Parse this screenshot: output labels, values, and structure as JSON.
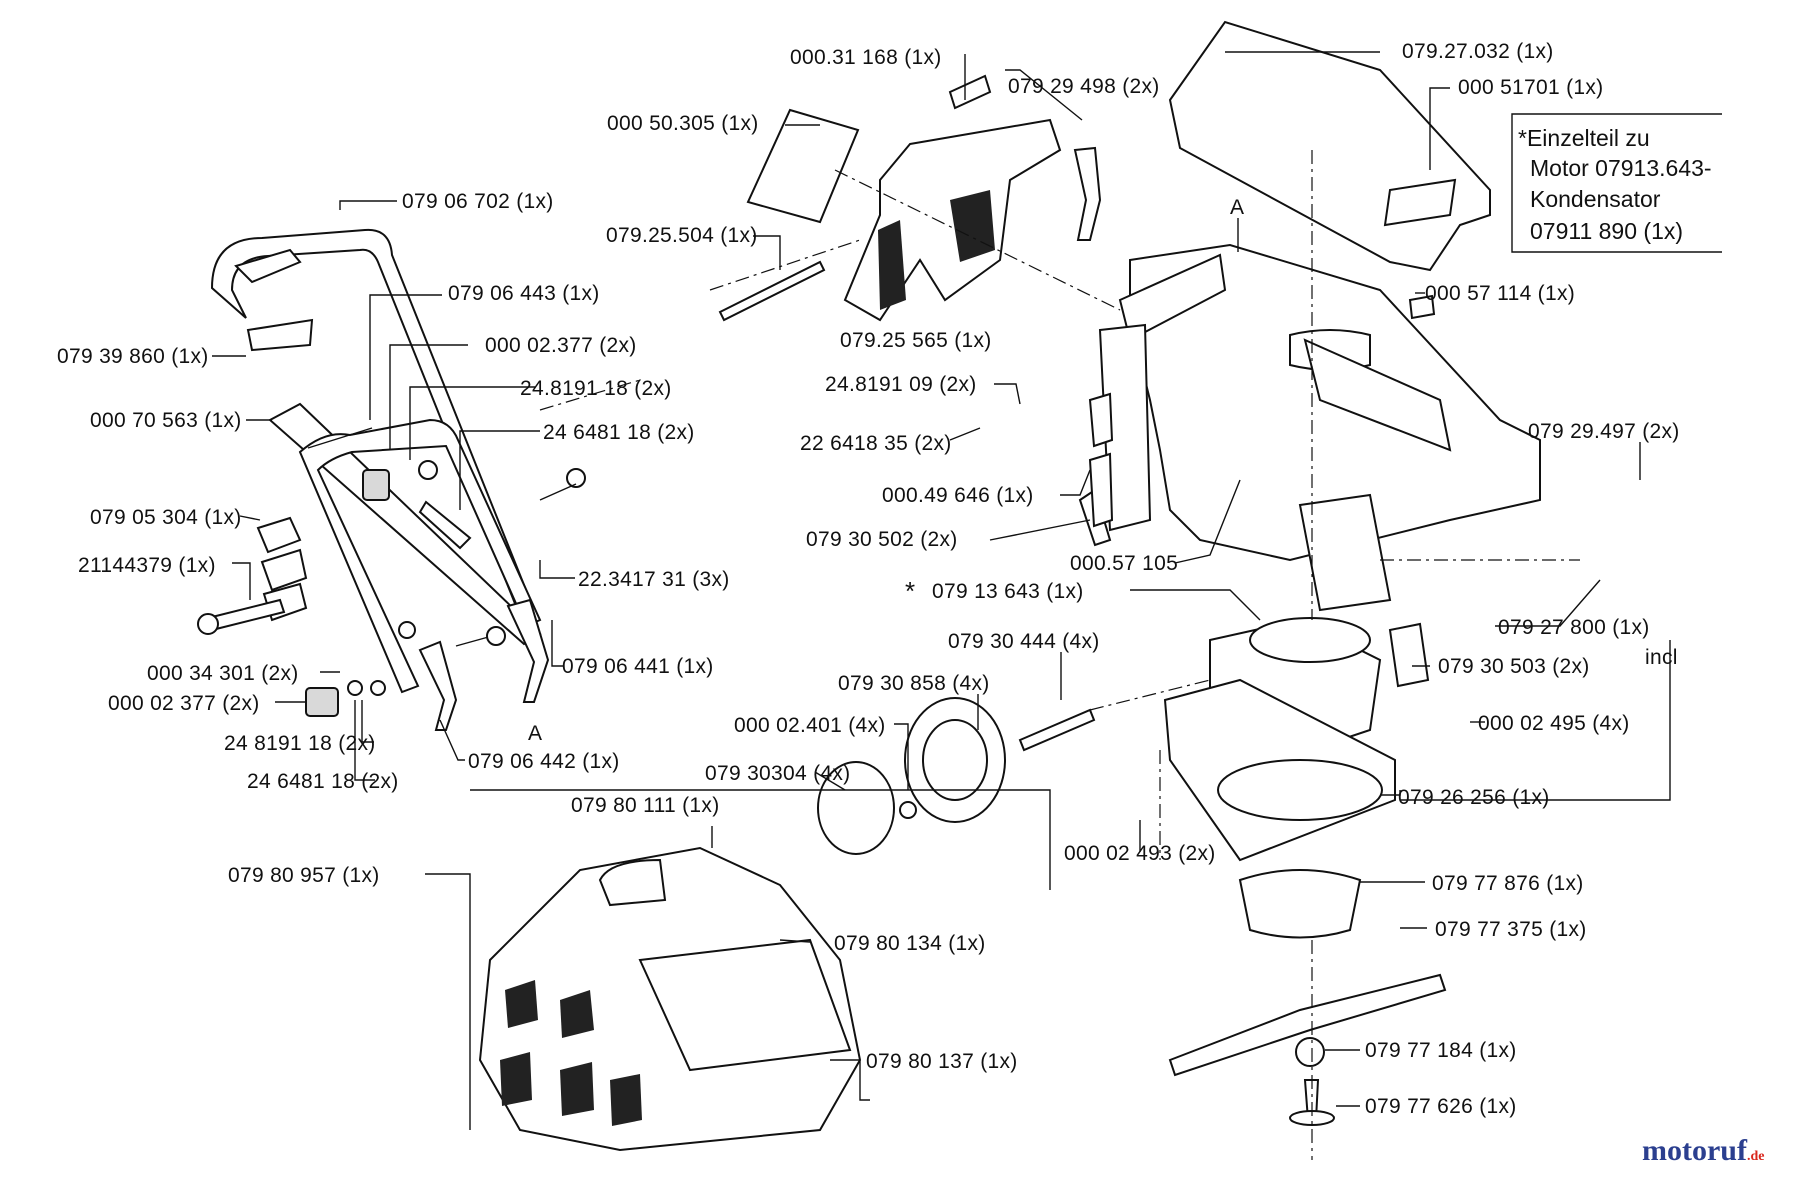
{
  "labels": [
    "000.31 168 (1x)",
    "079 29 498 (2x)",
    "079.27.032 (1x)",
    "000 51701 (1x)",
    "000 50.305 (1x)",
    "079 06 702 (1x)",
    "079.25.504 (1x)",
    "079 06 443 (1x)",
    "079.25 565 (1x)",
    "000 57 114 (1x)",
    "079 39 860 (1x)",
    "000 02.377 (2x)",
    "24.8191 18 (2x)",
    "24.8191 09 (2x)",
    "000 70 563 (1x)",
    "24 6481 18 (2x)",
    "22 6418 35 (2x)",
    "079 29.497 (2x)",
    "000.49 646 (1x)",
    "079 05 304 (1x)",
    "079 30 502 (2x)",
    "000.57 105",
    "21144379 (1x)",
    "22.3417 31 (3x)",
    "079 13 643 (1x)",
    "079 27 800 (1x)",
    "079 30 444 (4x)",
    "000 34 301 (2x)",
    "079 06 441 (1x)",
    "079 30 503 (2x)",
    "079 30 858 (4x)",
    "000 02 377 (2x)",
    "000 02.401 (4x)",
    "000 02 495 (4x)",
    "24 8191 18 (2x)",
    "079 06 442 (1x)",
    "079 30304 (4x)",
    "079 26 256 (1x)",
    "24 6481 18 (2x)",
    "079 80 111 (1x)",
    "079 80 957 (1x)",
    "000 02 493 (2x)",
    "079 77 876 (1x)",
    "079 80 134 (1x)",
    "079 77 375 (1x)",
    "079 77 184 (1x)",
    "079 80 137 (1x)",
    "079 77 626 (1x)"
  ],
  "markers": {
    "star": "*",
    "section_a": "A",
    "incl": "incl"
  },
  "note_box": {
    "lines": [
      "*Einzelteil zu",
      "Motor 07913.643-",
      "Kondensator",
      "07911 890 (1x)"
    ]
  },
  "watermark": {
    "main": "motoruf",
    "suffix": ".de",
    "colors": [
      "#2b3f8f",
      "#d9261c"
    ]
  }
}
